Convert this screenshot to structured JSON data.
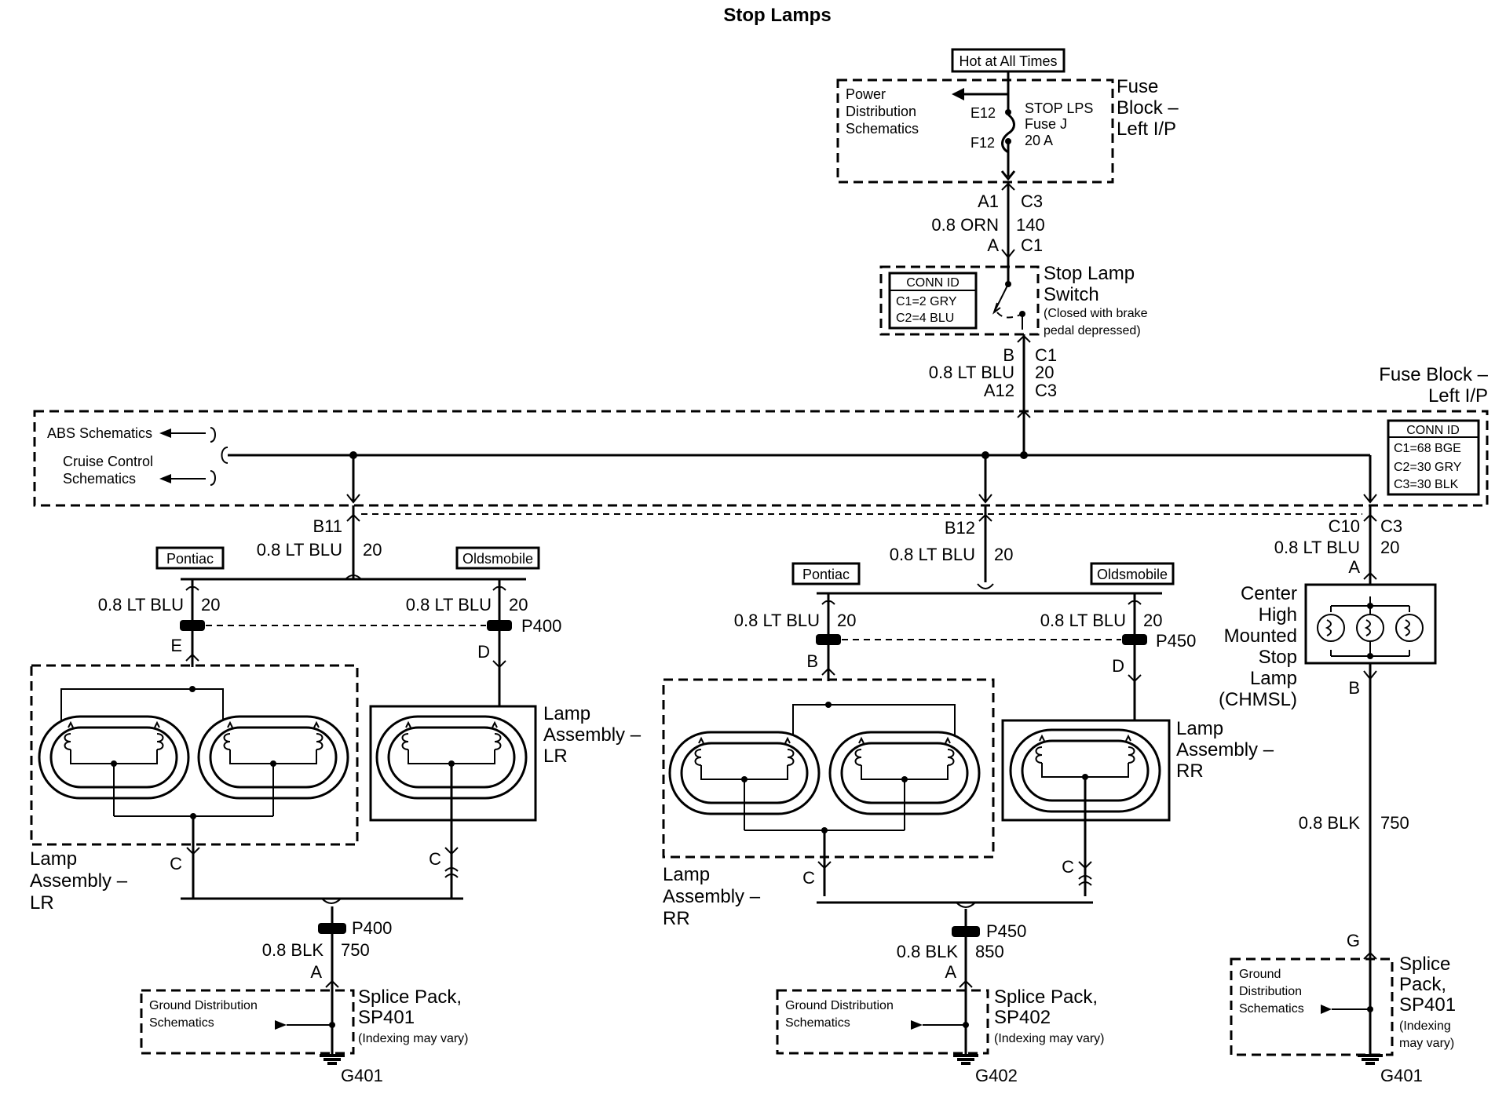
{
  "title": "Stop Lamps",
  "power": {
    "hot_label": "Hot at All Times",
    "pds_label": [
      "Power",
      "Distribution",
      "Schematics"
    ],
    "fuse_pin_top": "E12",
    "fuse_pin_bottom": "F12",
    "fuse_name": [
      "STOP LPS",
      "Fuse J",
      "20 A"
    ],
    "fuse_block_label": [
      "Fuse",
      "Block –",
      "Left I/P"
    ]
  },
  "wire_top": {
    "pin_left_top": "A1",
    "pin_right_top": "C3",
    "wire": "0.8 ORN",
    "circuit": "140",
    "pin_left_bottom": "A",
    "pin_right_bottom": "C1"
  },
  "switch": {
    "conn_id_title": "CONN ID",
    "conn_id_lines": [
      "C1=2 GRY",
      "C2=4 BLU"
    ],
    "name": [
      "Stop Lamp",
      "Switch"
    ],
    "note": [
      "(Closed with brake",
      "pedal depressed)"
    ]
  },
  "wire_mid": {
    "pin_left_top": "B",
    "pin_right_top": "C1",
    "wire": "0.8 LT BLU",
    "circuit": "20",
    "pin_left_bottom": "A12",
    "pin_right_bottom": "C3"
  },
  "bus": {
    "fuse_block_label": [
      "Fuse Block –",
      "Left I/P"
    ],
    "abs_label": "ABS Schematics",
    "cruise_label": [
      "Cruise Control",
      "Schematics"
    ],
    "conn_id_title": "CONN ID",
    "conn_id_lines": [
      "C1=68 BGE",
      "C2=30 GRY",
      "C3=30 BLK"
    ]
  },
  "left": {
    "pin": "B11",
    "wire": "0.8 LT BLU",
    "circuit": "20",
    "pontiac": "Pontiac",
    "oldsmobile": "Oldsmobile",
    "p_wire": "0.8 LT BLU",
    "p_circuit": "20",
    "o_wire": "0.8 LT BLU",
    "o_circuit": "20",
    "connector": "P400",
    "pin_e": "E",
    "pin_d": "D",
    "lamp_label_right": [
      "Lamp",
      "Assembly –",
      "LR"
    ],
    "lamp_label_left": [
      "Lamp",
      "Assembly –",
      "LR"
    ],
    "pin_c1": "C",
    "pin_c2": "C",
    "ground_connector": "P400",
    "gnd_wire": "0.8 BLK",
    "gnd_circuit": "750",
    "pin_a": "A",
    "gds_label": [
      "Ground Distribution",
      "Schematics"
    ],
    "splice": [
      "Splice Pack,",
      "SP401"
    ],
    "splice_note": "(Indexing may vary)",
    "ground": "G401"
  },
  "middle": {
    "pin": "B12",
    "wire": "0.8 LT BLU",
    "circuit": "20",
    "pontiac": "Pontiac",
    "oldsmobile": "Oldsmobile",
    "p_wire": "0.8 LT BLU",
    "p_circuit": "20",
    "o_wire": "0.8 LT BLU",
    "o_circuit": "20",
    "connector": "P450",
    "pin_b": "B",
    "pin_d": "D",
    "lamp_label_right": [
      "Lamp",
      "Assembly –",
      "RR"
    ],
    "lamp_label_left": [
      "Lamp",
      "Assembly –",
      "RR"
    ],
    "pin_c1": "C",
    "pin_c2": "C",
    "ground_connector": "P450",
    "gnd_wire": "0.8 BLK",
    "gnd_circuit": "850",
    "pin_a": "A",
    "gds_label": [
      "Ground Distribution",
      "Schematics"
    ],
    "splice": [
      "Splice Pack,",
      "SP402"
    ],
    "splice_note": "(Indexing may vary)",
    "ground": "G402"
  },
  "right": {
    "pin_left": "C10",
    "pin_right": "C3",
    "wire": "0.8 LT BLU",
    "circuit": "20",
    "pin_a": "A",
    "chmsl_label": [
      "Center",
      "High",
      "Mounted",
      "Stop",
      "Lamp",
      "(CHMSL)"
    ],
    "pin_b": "B",
    "gnd_wire": "0.8 BLK",
    "gnd_circuit": "750",
    "pin_g": "G",
    "gds_label": [
      "Ground",
      "Distribution",
      "Schematics"
    ],
    "splice": [
      "Splice",
      "Pack,",
      "SP401"
    ],
    "splice_note": [
      "(Indexing",
      "may vary)"
    ],
    "ground": "G401"
  }
}
